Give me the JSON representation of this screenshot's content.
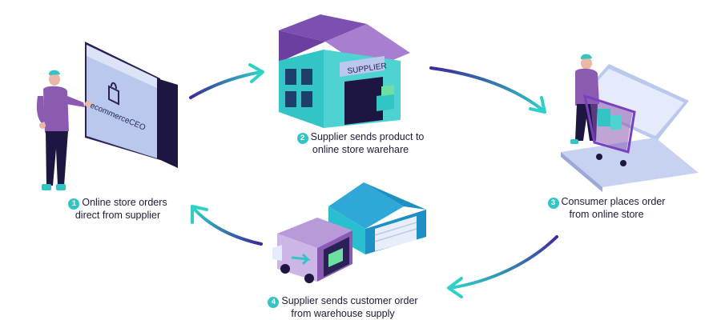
{
  "diagram": {
    "steps": [
      {
        "number": "1",
        "line1": "Online store orders",
        "line2": "direct from supplier"
      },
      {
        "number": "2",
        "line1": "Supplier sends product to",
        "line2": "online store warehare"
      },
      {
        "number": "3",
        "line1": "Consumer places order",
        "line2": "from online store"
      },
      {
        "number": "4",
        "line1": "Supplier sends customer order",
        "line2": "from warehouse supply"
      }
    ],
    "illustrations": {
      "store_logo": "ecommerceCEO",
      "warehouse_sign": "SUPPLIER"
    },
    "colors": {
      "teal": "#33c5c5",
      "purple": "#8a5bb0",
      "navy": "#2b2157",
      "arrow_start": "#3b2b9a",
      "arrow_end": "#2fd1c7"
    },
    "icons": [
      "person-pointing-icon",
      "store-screen-icon",
      "warehouse-icon",
      "shopper-cart-icon",
      "laptop-icon",
      "delivery-van-icon",
      "garage-icon",
      "flow-arrow-icon"
    ]
  }
}
